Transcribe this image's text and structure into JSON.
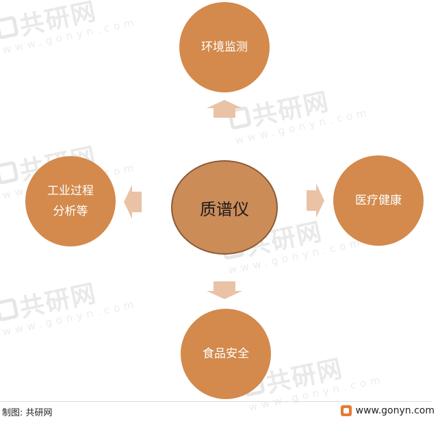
{
  "diagram": {
    "center": "质谱仪",
    "nodes": {
      "top": "环境监测",
      "left": "工业过程\n分析等",
      "right": "医疗健康",
      "bottom": "食品安全"
    }
  },
  "watermark": {
    "brand_cn": "共研网",
    "brand_en": "www.gonyn.com"
  },
  "footer": {
    "credit": "制图: 共研网",
    "site": "www.gonyn.com"
  },
  "colors": {
    "node_fill": "#d38a4c",
    "center_fill": "#cc8c58",
    "arrow_fill": "#eac2a6"
  }
}
